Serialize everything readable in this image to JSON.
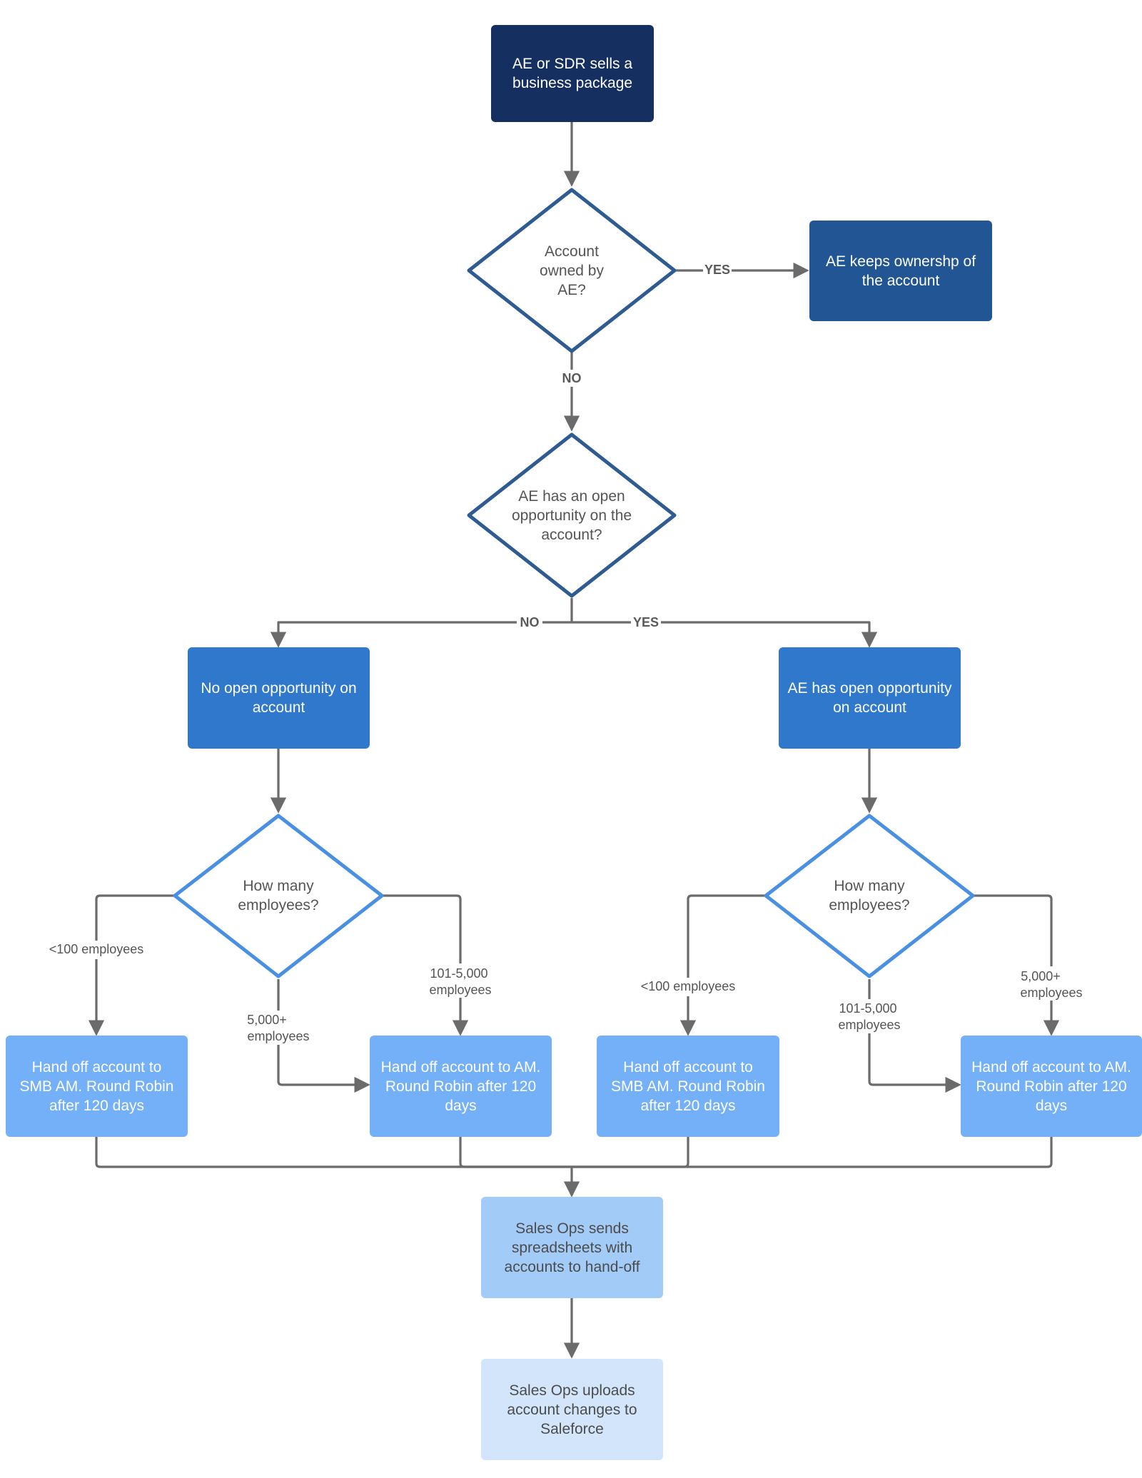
{
  "colors": {
    "start": "#152f61",
    "decision_dark_stroke": "#2e5b91",
    "decision_light_stroke": "#4a90e2",
    "connector": "#6b6b6b"
  },
  "nodes": {
    "start": "AE or SDR sells a\nbusiness package",
    "q_owned": "Account\nowned by\nAE?",
    "keep_ownership": "AE keeps ownershp of\nthe account",
    "q_open_opp": "AE has an open\nopportunity on the\naccount?",
    "no_open_opp": "No open opportunity on\naccount",
    "has_open_opp": "AE has open opportunity\non account",
    "q_employees_left": "How many\nemployees?",
    "q_employees_right": "How many\nemployees?",
    "handoff_smb_left": "Hand off account to\nSMB AM. Round Robin\nafter 120 days",
    "handoff_am_left": "Hand off account to AM.\nRound Robin after 120\ndays",
    "handoff_smb_right": "Hand off account to\nSMB AM. Round Robin\nafter 120 days",
    "handoff_am_right": "Hand off account to AM.\nRound Robin after 120\ndays",
    "sales_ops_sends": "Sales Ops sends\nspreadsheets with\naccounts to hand-off",
    "sales_ops_uploads": "Sales Ops uploads\naccount changes to\nSaleforce"
  },
  "edge_labels": {
    "yes": "YES",
    "no": "NO",
    "lt100": "<100 employees",
    "range_line1": "101-5,000",
    "range_line2": "employees",
    "big_line1": "5,000+",
    "big_line2": "employees"
  }
}
